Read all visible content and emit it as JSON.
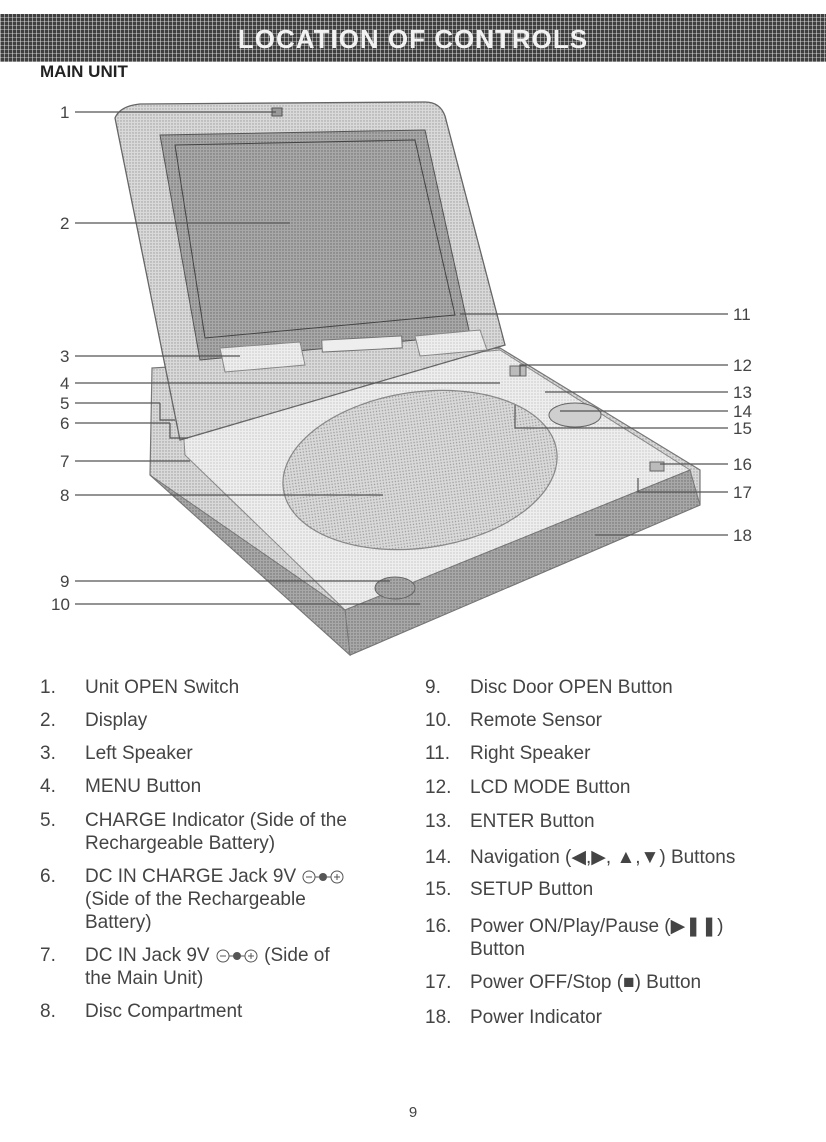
{
  "header": {
    "title": "LOCATION OF CONTROLS"
  },
  "section": {
    "title": "MAIN UNIT"
  },
  "callouts": [
    "1",
    "2",
    "3",
    "4",
    "5",
    "6",
    "7",
    "8",
    "9",
    "10",
    "11",
    "12",
    "13",
    "14",
    "15",
    "16",
    "17",
    "18"
  ],
  "left_list": [
    {
      "n": "1.",
      "lines": [
        "Unit OPEN Switch"
      ]
    },
    {
      "n": "2.",
      "lines": [
        "Display"
      ]
    },
    {
      "n": "3.",
      "lines": [
        "Left Speaker"
      ]
    },
    {
      "n": "4.",
      "lines": [
        "MENU Button"
      ]
    },
    {
      "n": "5.",
      "lines": [
        "CHARGE Indicator (Side of the",
        "Rechargeable Battery)"
      ]
    },
    {
      "n": "6.",
      "lines": [
        "DC IN CHARGE Jack 9V",
        "(Side of the Rechargeable",
        "Battery)"
      ]
    },
    {
      "n": "7.",
      "lines": [
        "DC IN Jack 9V",
        "the Main Unit)"
      ],
      "suffix": "(Side of"
    },
    {
      "n": "8.",
      "lines": [
        "Disc Compartment"
      ]
    }
  ],
  "right_list": [
    {
      "n": "9.",
      "lines": [
        "Disc Door OPEN Button"
      ]
    },
    {
      "n": "10.",
      "lines": [
        "Remote Sensor"
      ]
    },
    {
      "n": "11.",
      "lines": [
        "Right Speaker"
      ]
    },
    {
      "n": "12.",
      "lines": [
        "LCD MODE Button"
      ]
    },
    {
      "n": "13.",
      "lines": [
        "ENTER Button"
      ]
    },
    {
      "n": "14.",
      "lines": [
        "Navigation (◀,▶, ▲,▼) Buttons"
      ]
    },
    {
      "n": "15.",
      "lines": [
        "SETUP Button"
      ]
    },
    {
      "n": "16.",
      "lines": [
        "Power ON/Play/Pause (▶❚❚)",
        "Button"
      ]
    },
    {
      "n": "17.",
      "lines": [
        "Power OFF/Stop (■) Button"
      ]
    },
    {
      "n": "18.",
      "lines": [
        "Power Indicator"
      ]
    }
  ],
  "page": {
    "number": "9"
  }
}
